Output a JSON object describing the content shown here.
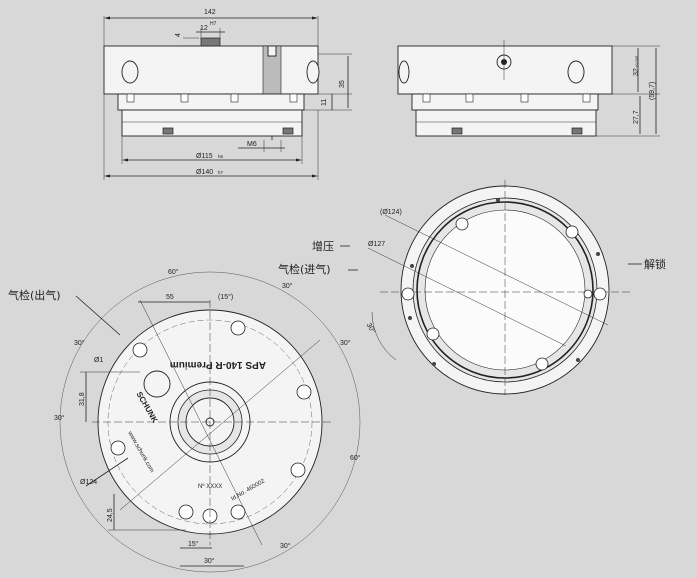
{
  "dimensions": {
    "width_142": "142",
    "depth_4": "4",
    "slot_12": "12",
    "slot_tol": "H7",
    "height_35": "35",
    "height_11": "11",
    "thread": "M6",
    "dia_115": "Ø115",
    "dia_115_tol": "h6",
    "dia_140": "Ø140",
    "dia_140_tol": "h7",
    "height_32": "32",
    "height_32_tol": "±0,005",
    "height_59_7": "(59,7)",
    "height_27_7": "27,7",
    "dist_55": "55",
    "angle_15_paren": "(15°)",
    "angle_60": "60°",
    "angle_30_a": "30°",
    "angle_30_b": "30°",
    "angle_30_c": "30°",
    "angle_30_d": "30°",
    "angle_30_e": "30°",
    "angle_60_b": "60°",
    "dia_1": "Ø1",
    "dim_31_8": "31,8",
    "dia_124": "Ø124",
    "dim_24_5": "24,5",
    "angle_15": "15°",
    "angle_30_bottom": "30°",
    "dia_124_paren": "(Ø124)",
    "dia_127": "Ø127",
    "angle_30_right": "30°"
  },
  "labels": {
    "air_check_out": "气检(出气)",
    "pressure_boost": "增压",
    "air_check_in": "气检(进气)",
    "unlock": "解锁"
  },
  "engraving": {
    "model": "APS 140-R Premium",
    "brand": "SCHUNK",
    "website": "www.schunk.com",
    "serial": "Nº XXXX",
    "id_no": "Id.No. 460002"
  }
}
